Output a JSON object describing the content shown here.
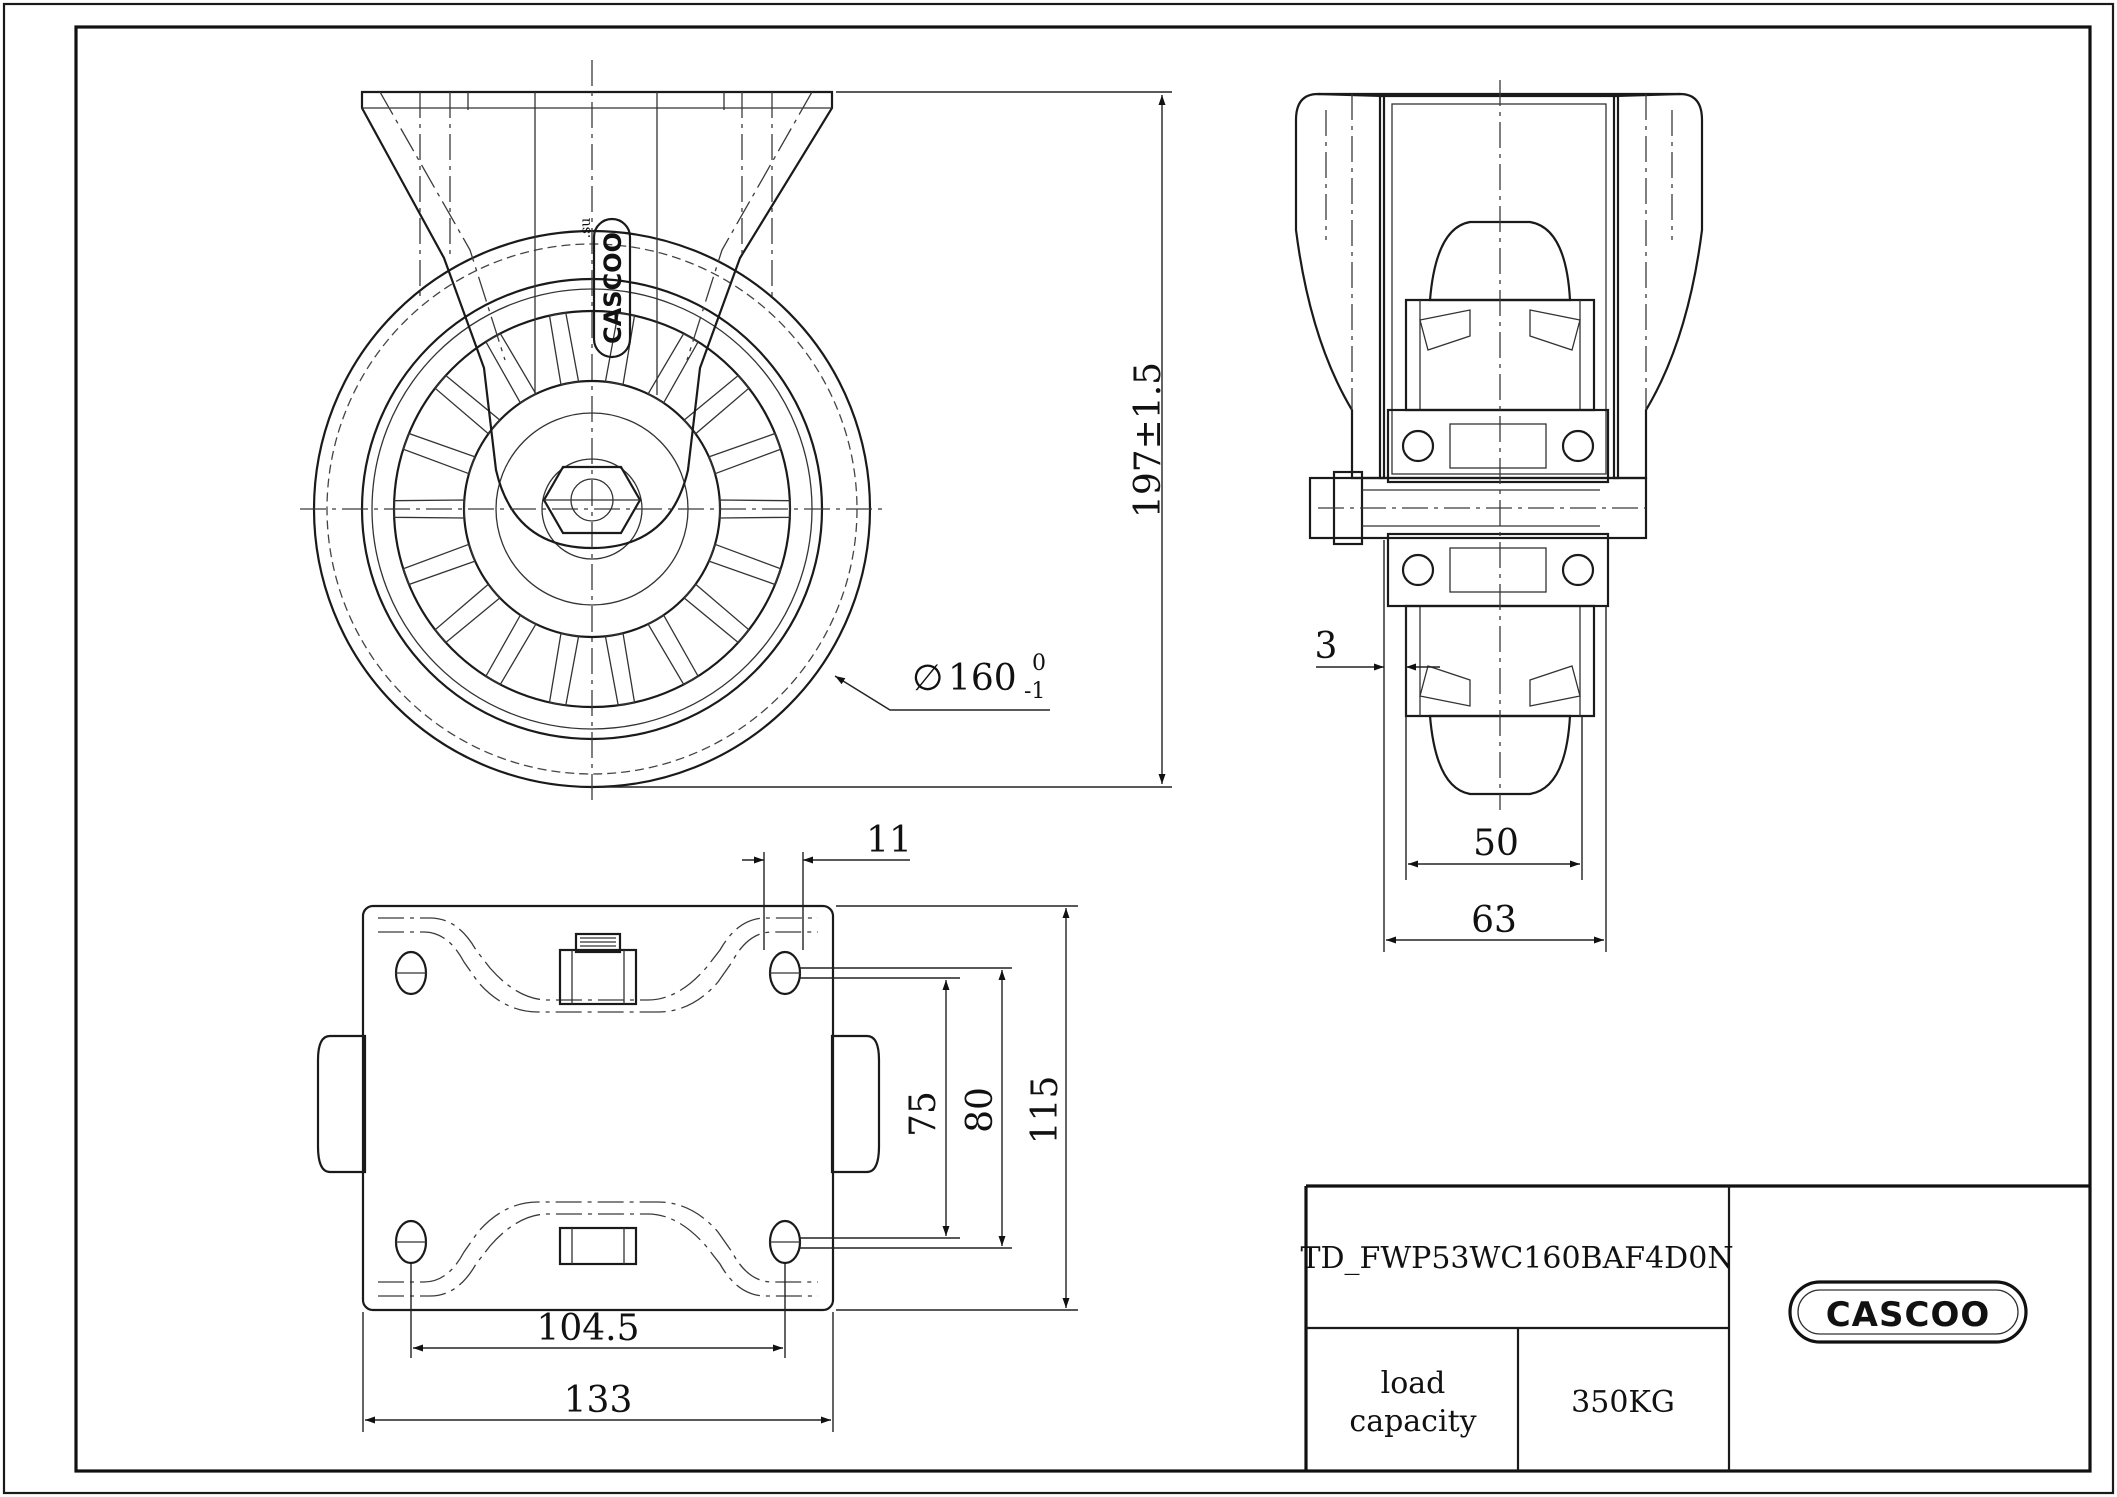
{
  "dimensions": {
    "height": "197±1.5",
    "diameter_main": "160",
    "diameter_upper_tol": "0",
    "diameter_lower_tol": "-1",
    "gap": "3",
    "wheel_width": "50",
    "fork_width": "63",
    "slot_offset": "11",
    "hole_spacing_short": "75",
    "hole_spacing": "80",
    "plate_length": "115",
    "hole_spacing_long": "104.5",
    "plate_width": "133"
  },
  "title_block": {
    "part_number": "TD_FWP53WC160BAF4D0N",
    "load_label_line1": "load",
    "load_label_line2": "capacity",
    "load_value": "350KG",
    "brand": "CASCOO",
    "brand_suffix": ".su"
  },
  "diameter_symbol": "∅"
}
